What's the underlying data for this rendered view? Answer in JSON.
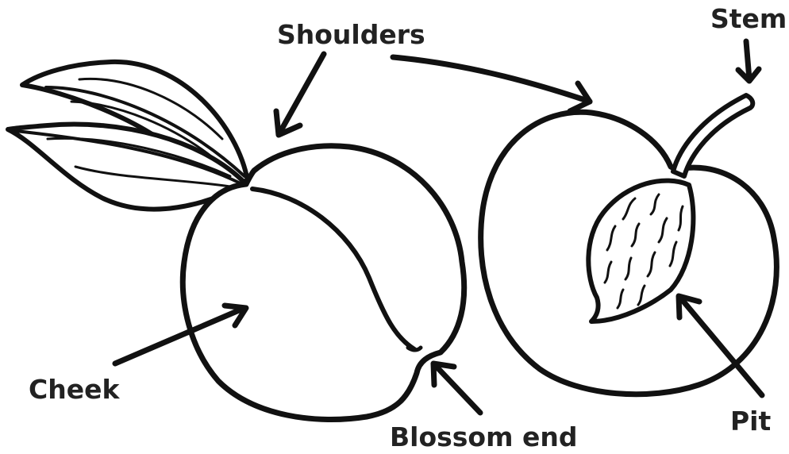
{
  "labels": {
    "shoulders": "Shoulders",
    "stem": "Stem",
    "cheek": "Cheek",
    "blossom_end": "Blossom end",
    "pit": "Pit"
  },
  "colors": {
    "ink": "#111111",
    "label": "#222222",
    "background": "#ffffff"
  }
}
